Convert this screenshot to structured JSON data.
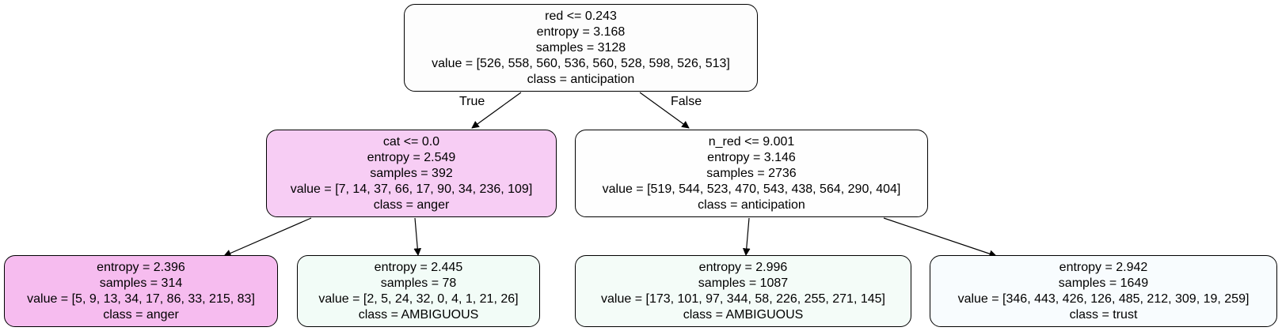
{
  "colors": {
    "root": "#fdfdfd",
    "n1": "#f7cdf4",
    "n2": "#fefefe",
    "n3": "#f6bcef",
    "n4": "#f2fcf7",
    "n5": "#f4fcf8",
    "n6": "#f8fcfe"
  },
  "nodes": {
    "root": [
      "red <= 0.243",
      "entropy = 3.168",
      "samples = 3128",
      "value = [526, 558, 560, 536, 560, 528, 598, 526, 513]",
      "class = anticipation"
    ],
    "n1": [
      "cat <= 0.0",
      "entropy = 2.549",
      "samples = 392",
      "value = [7, 14, 37, 66, 17, 90, 34, 236, 109]",
      "class = anger"
    ],
    "n2": [
      "n_red <= 9.001",
      "entropy = 3.146",
      "samples = 2736",
      "value = [519, 544, 523, 470, 543, 438, 564, 290, 404]",
      "class = anticipation"
    ],
    "n3": [
      "entropy = 2.396",
      "samples = 314",
      "value = [5, 9, 13, 34, 17, 86, 33, 215, 83]",
      "class = anger"
    ],
    "n4": [
      "entropy = 2.445",
      "samples = 78",
      "value = [2, 5, 24, 32, 0, 4, 1, 21, 26]",
      "class = AMBIGUOUS"
    ],
    "n5": [
      "entropy = 2.996",
      "samples = 1087",
      "value = [173, 101, 97, 344, 58, 226, 255, 271, 145]",
      "class = AMBIGUOUS"
    ],
    "n6": [
      "entropy = 2.942",
      "samples = 1649",
      "value = [346, 443, 426, 126, 485, 212, 309, 19, 259]",
      "class = trust"
    ]
  },
  "edge_labels": {
    "true_label": "True",
    "false_label": "False"
  }
}
